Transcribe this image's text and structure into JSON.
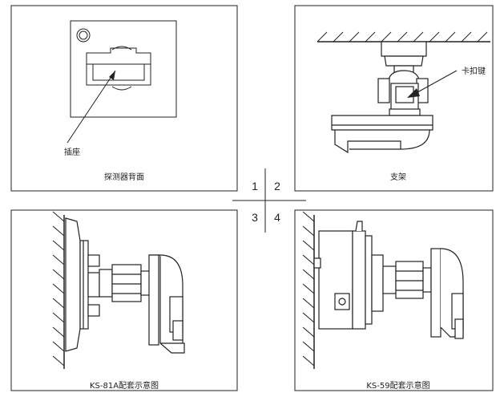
{
  "panels": [
    {
      "number": "1",
      "caption": "探测器背面",
      "callout": "插座"
    },
    {
      "number": "2",
      "caption": "支架",
      "callout": "卡扣键"
    },
    {
      "number": "3",
      "caption": "KS-81A配套示意图"
    },
    {
      "number": "4",
      "caption": "KS-59配套示意图"
    }
  ]
}
